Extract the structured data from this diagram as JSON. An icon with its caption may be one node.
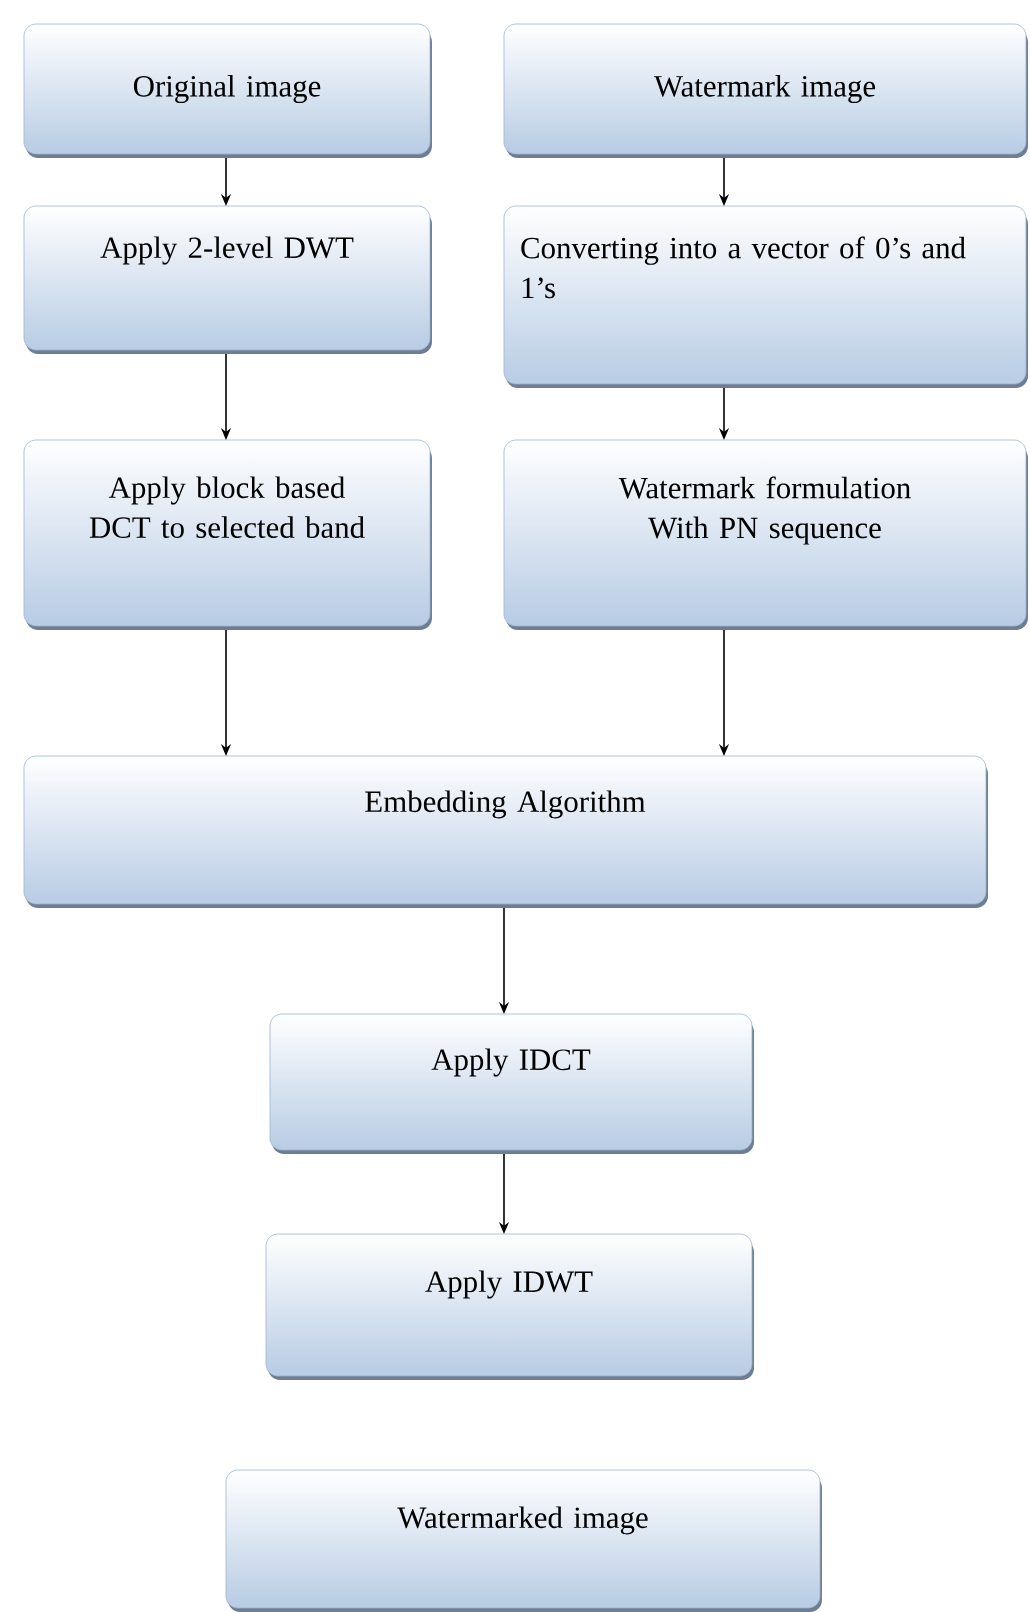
{
  "diagram": {
    "nodes": [
      {
        "text": [
          "Original image"
        ]
      },
      {
        "text": [
          "Watermark image"
        ]
      },
      {
        "text": [
          "Apply 2-level DWT"
        ]
      },
      {
        "text": [
          "Converting into a vector of 0’s and 1’s"
        ]
      },
      {
        "text": [
          "Apply block based DCT to selected band"
        ]
      },
      {
        "text": [
          "Watermark formulation With PN sequence"
        ]
      },
      {
        "text": [
          "Embedding Algorithm"
        ]
      },
      {
        "text": [
          "Apply IDCT"
        ]
      },
      {
        "text": [
          "Apply IDWT"
        ]
      },
      {
        "text": [
          "Watermarked image"
        ]
      }
    ],
    "edges": [
      {
        "from": 0,
        "to": 2,
        "arrow": "to"
      },
      {
        "from": 2,
        "to": 4,
        "arrow": "to"
      },
      {
        "from": 4,
        "to": 6,
        "arrow": "to"
      },
      {
        "from": 1,
        "to": 3,
        "arrow": "to"
      },
      {
        "from": 3,
        "to": 5,
        "arrow": "to"
      },
      {
        "from": 5,
        "to": 6,
        "arrow": "to"
      },
      {
        "from": 6,
        "to": 7,
        "arrow": "to"
      },
      {
        "from": 7,
        "to": 8,
        "arrow": "to"
      }
    ]
  }
}
